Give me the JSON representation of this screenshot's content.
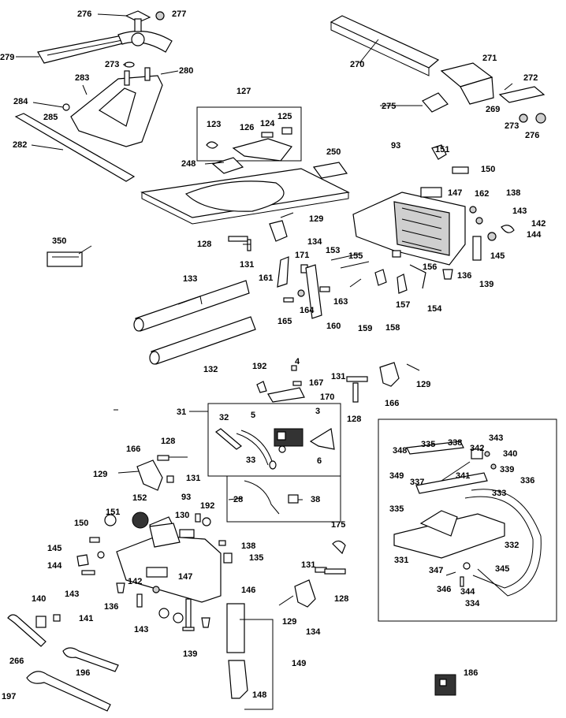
{
  "diagram": {
    "labels": {
      "l276a": "276",
      "l277": "277",
      "l279": "279",
      "l273a": "273",
      "l280": "280",
      "l283": "283",
      "l284": "284",
      "l285": "285",
      "l282": "282",
      "l127": "127",
      "l123": "123",
      "l126": "126",
      "l124": "124",
      "l125": "125",
      "l248": "248",
      "l250": "250",
      "l270": "270",
      "l271": "271",
      "l272": "272",
      "l275": "275",
      "l269": "269",
      "l273b": "273",
      "l276b": "276",
      "l93a": "93",
      "l151a": "151",
      "l150a": "150",
      "l147a": "147",
      "l162": "162",
      "l138a": "138",
      "l143a": "143",
      "l142a": "142",
      "l144a": "144",
      "l145a": "145",
      "l139a": "139",
      "l136a": "136",
      "l129a": "129",
      "l350": "350",
      "l128a": "128",
      "l134a": "134",
      "l131a": "131",
      "l171": "171",
      "l153": "153",
      "l155": "155",
      "l156": "156",
      "l161": "161",
      "l163": "163",
      "l165": "165",
      "l164": "164",
      "l160": "160",
      "l159": "159",
      "l158": "158",
      "l157": "157",
      "l154": "154",
      "l133": "133",
      "l132": "132",
      "l192a": "192",
      "l4": "4",
      "l167": "167",
      "l170": "170",
      "l131b": "131",
      "l129b": "129",
      "l166a": "166",
      "l128b": "128",
      "l31": "31",
      "l32": "32",
      "l5": "5",
      "l3": "3",
      "l33": "33",
      "l6": "6",
      "l28": "28",
      "l38": "38",
      "l166b": "166",
      "l128c": "128",
      "l129c": "129",
      "l131c": "131",
      "l152": "152",
      "l93b": "93",
      "l192b": "192",
      "l130": "130",
      "l151b": "151",
      "l150b": "150",
      "l138b": "138",
      "l135": "135",
      "l145b": "145",
      "l144b": "144",
      "l143b": "143",
      "l147b": "147",
      "l142b": "142",
      "l146": "146",
      "l136b": "136",
      "l143c": "143",
      "l139b": "139",
      "l175": "175",
      "l131d": "131",
      "l128d": "128",
      "l129d": "129",
      "l134b": "134",
      "l140": "140",
      "l141": "141",
      "l266": "266",
      "l196": "196",
      "l197": "197",
      "l149": "149",
      "l148": "148",
      "l186": "186",
      "l348": "348",
      "l335a": "335",
      "l338": "338",
      "l343": "343",
      "l342": "342",
      "l340": "340",
      "l349": "349",
      "l337": "337",
      "l341": "341",
      "l339": "339",
      "l336": "336",
      "l333": "333",
      "l335b": "335",
      "l332": "332",
      "l331": "331",
      "l347": "347",
      "l345": "345",
      "l346": "346",
      "l344": "344",
      "l334": "334"
    }
  }
}
